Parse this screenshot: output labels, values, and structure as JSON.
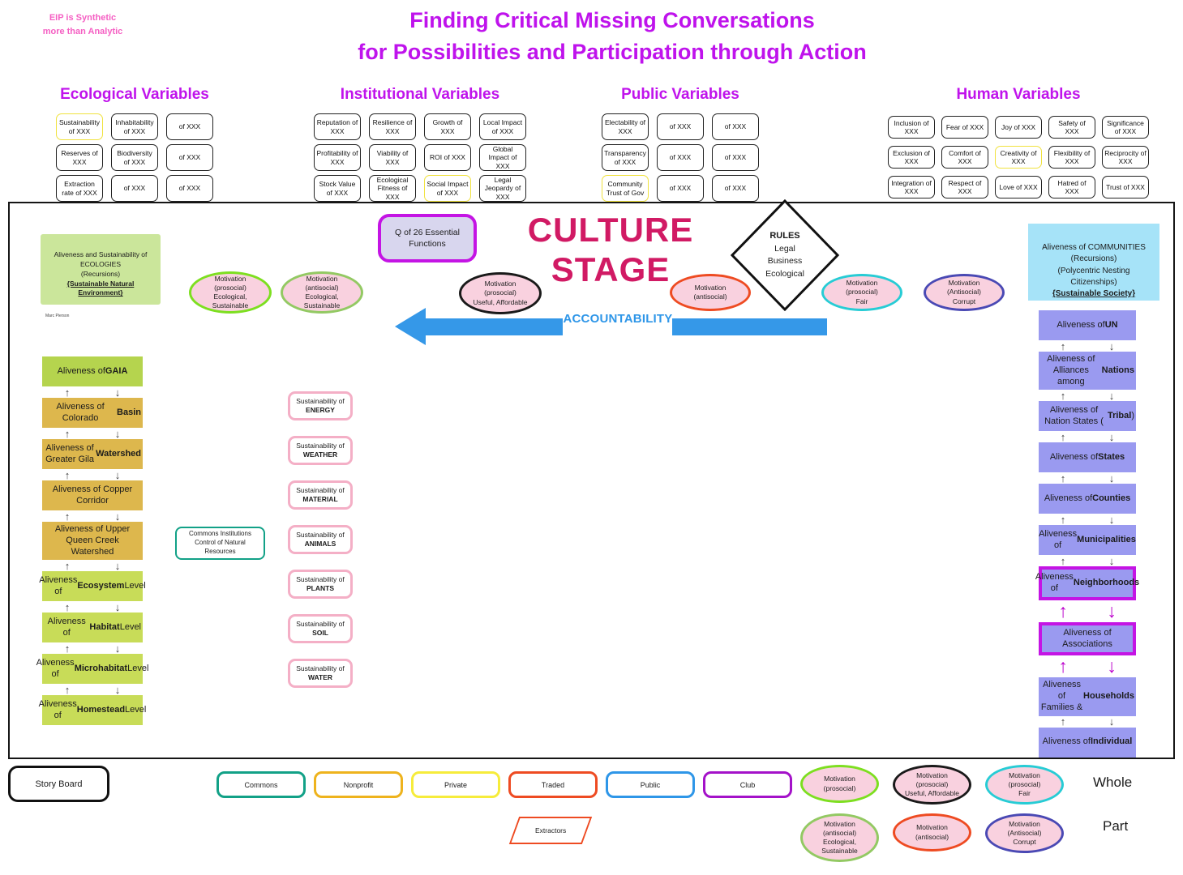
{
  "annotations": {
    "eip_note": "EIP is Synthetic\nmore than Analytic",
    "whole_label": "Whole",
    "part_label": "Part"
  },
  "title": {
    "text": "Finding Critical Missing Conversations\nfor Possibilities and Participation through Action"
  },
  "variable_groups": [
    {
      "title": "Ecological Variables",
      "boxes": [
        {
          "label": "Sustainability of XXX",
          "variant": "hl"
        },
        {
          "label": "Inhabitability of XXX"
        },
        {
          "label": "of XXX"
        },
        {
          "label": "Reserves of XXX"
        },
        {
          "label": "Biodiversity of XXX"
        },
        {
          "label": "of XXX"
        },
        {
          "label": "Extraction rate of XXX"
        },
        {
          "label": "of XXX"
        },
        {
          "label": "of XXX"
        }
      ]
    },
    {
      "title": "Institutional Variables",
      "boxes": [
        {
          "label": "Reputation  of XXX"
        },
        {
          "label": "Resilience of XXX"
        },
        {
          "label": "Growth of XXX"
        },
        {
          "label": "Local Impact  of XXX"
        },
        {
          "label": "Profitability of XXX"
        },
        {
          "label": "Viability of XXX"
        },
        {
          "label": "ROI  of XXX"
        },
        {
          "label": "Global Impact of XXX"
        },
        {
          "label": "Stock Value  of XXX"
        },
        {
          "label": "Ecological Fitness of XXX"
        },
        {
          "label": "Social Impact of XXX",
          "variant": "hl"
        },
        {
          "label": "Legal Jeopardy of XXX"
        }
      ]
    },
    {
      "title": "Public Variables",
      "boxes": [
        {
          "label": "Electability  of XXX"
        },
        {
          "label": "of XXX"
        },
        {
          "label": "of XXX"
        },
        {
          "label": "Transparency of XXX"
        },
        {
          "label": "of XXX"
        },
        {
          "label": "of XXX"
        },
        {
          "label": "Community Trust of Gov",
          "variant": "hl"
        },
        {
          "label": "of XXX"
        },
        {
          "label": "of XXX"
        }
      ]
    },
    {
      "title": "Human Variables",
      "boxes": [
        {
          "label": "Inclusion of XXX"
        },
        {
          "label": "Fear of XXX"
        },
        {
          "label": "Joy of XXX"
        },
        {
          "label": "Safety of XXX"
        },
        {
          "label": "Significance of XXX"
        },
        {
          "label": "Exclusion of XXX"
        },
        {
          "label": "Comfort of XXX"
        },
        {
          "label": "Creativity of XXX",
          "variant": "hl"
        },
        {
          "label": "Flexibility of XXX"
        },
        {
          "label": "Reciprocity of XXX"
        },
        {
          "label": "Integration of XXX"
        },
        {
          "label": "Respect of XXX"
        },
        {
          "label": "Love of XXX"
        },
        {
          "label": "Hatred of XXX"
        },
        {
          "label": "Trust of XXX"
        }
      ]
    }
  ],
  "stage": {
    "culture": "CULTURE\nSTAGE",
    "accountability": "ACCOUNTABILITY",
    "q_box": "Q  of 26 Essential\nFunctions",
    "rules": {
      "title": "RULES",
      "body": "Legal\nBusiness\nEcological"
    },
    "ecologies_box": {
      "body": "Aliveness and Sustainability of\nECOLOGIES\n(Recursions)",
      "emph": "{Sustainable Natural Environment}",
      "credit": "Marc Pierson"
    },
    "communities_box": {
      "body": "Aliveness of COMMUNITIES\n(Recursions)\n(Polycentric Nesting\nCitizenships)",
      "emph": "{Sustainable Society}"
    },
    "commons_box": "Commons Institutions\nControl of Natural\nResources",
    "motivations": [
      {
        "text": "Motivation\n(prosocial)\nEcological,\nSustainable",
        "color": "#7ddf20"
      },
      {
        "text": "Motivation\n(antisocial)\nEcological,\nSustainable",
        "color": "#93c963"
      },
      {
        "text": "Motivation\n(prosocial)\nUseful, Affordable",
        "color": "#1a1a1a"
      },
      {
        "text": "Motivation\n(antisocial)",
        "color": "#ee4b22"
      },
      {
        "text": "Motivation\n(prosocial)\nFair",
        "color": "#27ccd5"
      },
      {
        "text": "Motivation\n(Antisocial)\nCorrupt",
        "color": "#4a49b4"
      }
    ],
    "left_chain": [
      {
        "pre": "Aliveness of ",
        "bold": "GAIA",
        "variant": "green-top"
      },
      {
        "pre": "Aliveness of  Colorado ",
        "bold": "Basin",
        "variant": "gold",
        "link": "plain"
      },
      {
        "pre": "Aliveness of Greater Gila ",
        "bold": "Watershed",
        "variant": "gold",
        "link": "plain"
      },
      {
        "pre": "Aliveness of Copper Corridor",
        "variant": "gold",
        "link": "plain"
      },
      {
        "pre": "Aliveness of Upper Queen Creek Watershed",
        "variant": "gold",
        "link": "plain"
      },
      {
        "pre": "Aliveness of ",
        "bold": "Ecosystem",
        "post": " Level",
        "variant": "green",
        "link": "plain"
      },
      {
        "pre": "Aliveness of ",
        "bold": "Habitat",
        "post": " Level",
        "variant": "green",
        "link": "plain"
      },
      {
        "pre": "Aliveness of ",
        "bold": "Microhabitat",
        "post": " Level",
        "variant": "green",
        "link": "plain"
      },
      {
        "pre": "Aliveness of ",
        "bold": "Homestead",
        "post": " Level",
        "variant": "green",
        "link": "plain"
      }
    ],
    "right_chain": [
      {
        "pre": "Aliveness of ",
        "bold": "UN"
      },
      {
        "pre": "Aliveness of Alliances among ",
        "bold": "Nations",
        "link": "plain"
      },
      {
        "pre": "Aliveness of Nation States (",
        "bold": "Tribal",
        "post": ")",
        "link": "plain"
      },
      {
        "pre": "Aliveness of ",
        "bold": "States",
        "link": "plain"
      },
      {
        "pre": "Aliveness of ",
        "bold": "Counties",
        "link": "plain"
      },
      {
        "pre": "Aliveness of ",
        "bold": "Municipalities",
        "link": "plain"
      },
      {
        "pre": "Aliveness of ",
        "bold": "Neighborhoods",
        "variant": "mag",
        "link": "plain"
      },
      {
        "pre": "Aliveness of Associations",
        "variant": "mag-light",
        "link": "mag"
      },
      {
        "pre": "Aliveness of Families & ",
        "bold": "Households",
        "link": "mag"
      },
      {
        "pre": "Aliveness of ",
        "bold": "Individual",
        "link": "plain"
      }
    ],
    "sustainability": [
      {
        "prefix": "Sustainability of",
        "name": "ENERGY"
      },
      {
        "prefix": "Sustainability of",
        "name": "WEATHER"
      },
      {
        "prefix": "Sustainability of",
        "name": "MATERIAL"
      },
      {
        "prefix": "Sustainability of",
        "name": "ANIMALS"
      },
      {
        "prefix": "Sustainability of",
        "name": "PLANTS"
      },
      {
        "prefix": "Sustainability of",
        "name": "SOIL"
      },
      {
        "prefix": "Sustainability of",
        "name": "WATER"
      }
    ]
  },
  "legend": {
    "story_board": "Story Board",
    "shapes": [
      {
        "label": "Commons",
        "color": "#12a187"
      },
      {
        "label": "Nonprofit",
        "color": "#eeb31d"
      },
      {
        "label": "Private",
        "color": "#f6ec3b"
      },
      {
        "label": "Traded",
        "color": "#ee4b22"
      },
      {
        "label": "Public",
        "color": "#2e96e8"
      },
      {
        "label": "Club",
        "color": "#a412c9"
      }
    ],
    "extractors": {
      "label": "Extractors",
      "color": "#ee4b22"
    },
    "motivation_whole": [
      {
        "text": "Motivation\n(prosocial)",
        "color": "#7ddf20"
      },
      {
        "text": "Motivation\n(prosocial)\nUseful, Affordable",
        "color": "#1a1a1a"
      },
      {
        "text": "Motivation\n(prosocial)\nFair",
        "color": "#27ccd5"
      }
    ],
    "motivation_part": [
      {
        "text": "Motivation\n(antisocial)\nEcological,\nSustainable",
        "color": "#93c963"
      },
      {
        "text": "Motivation\n(antisocial)",
        "color": "#ee4b22"
      },
      {
        "text": "Motivation\n(Antisocial)\nCorrupt",
        "color": "#4a49b4"
      }
    ]
  },
  "colors": {
    "title_magenta": "#bf13ec",
    "culture_pink": "#d11a64",
    "accountability_blue": "#3598e8",
    "highlight_yellow": "#f0e23e",
    "magenta_border": "#c414e4",
    "periwinkle": "#9a9af0",
    "gold": "#ddb74d",
    "yellow_green": "#c8dc58",
    "light_green": "#cbe69b",
    "light_blue": "#a6e3f8",
    "ellipse_pink_fill": "#f9d1df"
  }
}
